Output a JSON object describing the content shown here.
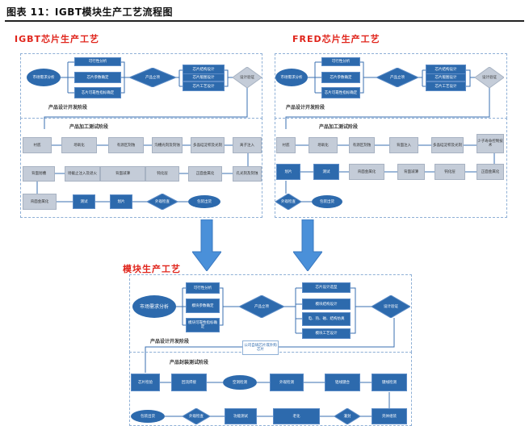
{
  "figure_title": "图表 11：IGBT模块生产工艺流程图",
  "igbt": {
    "title": "IGBT芯片生产工艺",
    "design_stage": "产品设计开发阶段",
    "process_stage": "产品加工测试阶段",
    "market": "市场需求分析",
    "design_tasks": [
      "可行性分析",
      "芯片参数确定",
      "芯片可靠性指标确定"
    ],
    "decision1": "产品立项",
    "design_steps": [
      "芯片结构设计",
      "芯片版图设计",
      "芯片工艺设计"
    ],
    "decision2": "设计验证",
    "row1": [
      "衬底",
      "场氧化",
      "有源区刻蚀",
      "沟槽光刻及刻蚀",
      "多晶硅淀积及光刻",
      "离子注入"
    ],
    "row2": [
      "背面划槽",
      "场截止注入及退火",
      "背面减薄",
      "钝化层",
      "正面金属化",
      "孔光刻及刻蚀"
    ],
    "row3": [
      "背面金属化",
      "测试",
      "划片",
      "外观检查",
      "包装出货"
    ]
  },
  "fred": {
    "title": "FRED芯片生产工艺",
    "design_stage": "产品设计开发阶段",
    "process_stage": "产品加工测试阶段",
    "market": "市场需求分析",
    "design_tasks": [
      "可行性分析",
      "芯片参数确定",
      "芯片可靠性指标确定"
    ],
    "decision1": "产品立项",
    "design_steps": [
      "芯片结构设计",
      "芯片版图设计",
      "芯片工艺设计"
    ],
    "decision2": "设计验证",
    "row1": [
      "衬底",
      "场氧化",
      "有源区刻蚀",
      "背面注入",
      "多晶硅淀积及光刻",
      "少子寿命控制技术"
    ],
    "row2": [
      "划片",
      "测试",
      "背面金属化",
      "背面减薄",
      "钝化层",
      "正面金属化"
    ],
    "row3": [
      "外观检查",
      "包装出货"
    ]
  },
  "module": {
    "title": "模块生产工艺",
    "design_stage": "产品设计开发阶段",
    "package_stage": "产品封装测试阶段",
    "market": "市场需求分析",
    "design_tasks": [
      "可行性分析",
      "模块参数确定",
      "模块可靠性指标确定"
    ],
    "decision1": "产品立项",
    "design_steps": [
      "芯片设计选型",
      "模块结构设计",
      "电、热、磁、结构仿真",
      "模块工艺设计"
    ],
    "decision2": "设计验证",
    "chip_note": "公司自研芯片或外购芯片",
    "row1": [
      "芯片检验",
      "回流焊接",
      "空洞检测",
      "外观检测",
      "铝线键合",
      "键线检测"
    ],
    "row2": [
      "包装出货",
      "外观检查",
      "功能测试",
      "老化",
      "灌封",
      "壳体组装"
    ]
  }
}
